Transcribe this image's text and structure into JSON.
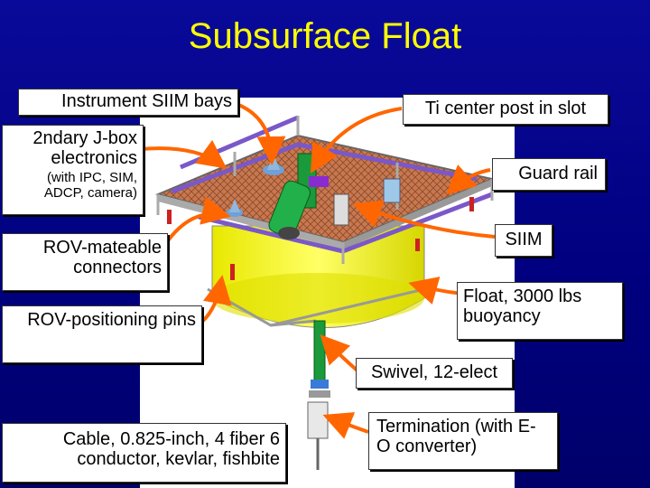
{
  "title": "Subsurface Float",
  "labels": {
    "instrument_bays": "Instrument SIIM bays",
    "jbox": "2ndary J-box electronics",
    "jbox_sub": "(with IPC, SIM, ADCP, camera)",
    "rov_connectors": "ROV-mateable connectors",
    "rov_pins": "ROV-positioning pins",
    "cable": "Cable, 0.825-inch, 4 fiber 6 conductor, kevlar, fishbite",
    "ti_post": "Ti center post in slot",
    "guard_rail": "Guard rail",
    "siim": "SIIM",
    "float": "Float, 3000 lbs buoyancy",
    "swivel": "Swivel, 12-elect",
    "termination": "Termination (with E-O converter)"
  },
  "colors": {
    "background": "#000080",
    "title": "#ffff00",
    "arrow": "#ff6600",
    "float_body": "#ffff33",
    "deck": "#c87850",
    "guard_rail": "#7a58c8",
    "post": "#1a9a3a"
  }
}
